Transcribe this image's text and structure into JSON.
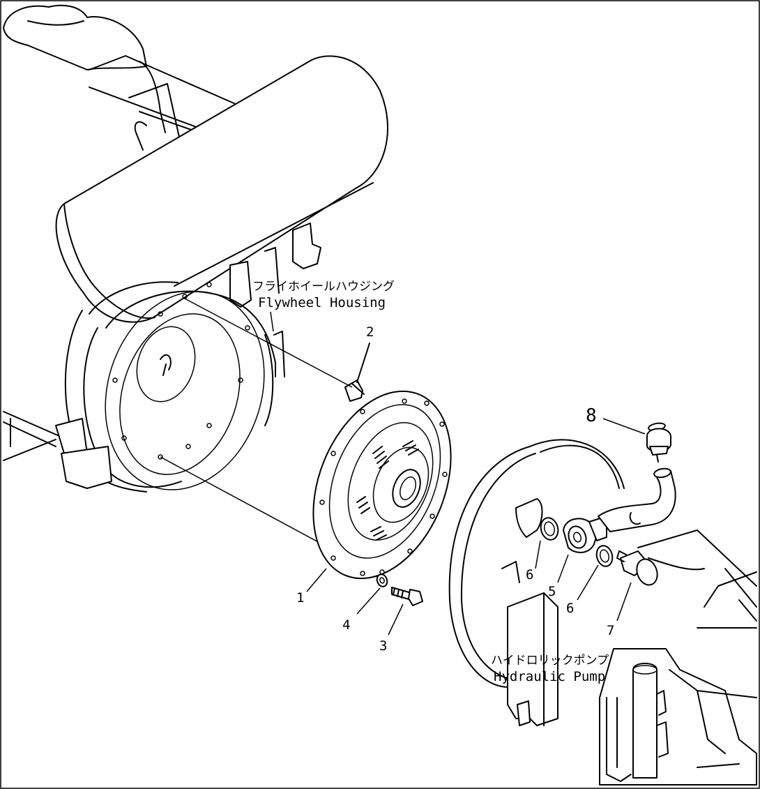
{
  "labels": {
    "flywheel_housing_jp": "フライホイールハウジング",
    "flywheel_housing_en": "Flywheel Housing",
    "hydraulic_pump_jp": "ハイドロリックポンプ",
    "hydraulic_pump_en": "Hydraulic Pump"
  },
  "callouts": [
    "1",
    "2",
    "3",
    "4",
    "5",
    "6",
    "6",
    "7",
    "8"
  ]
}
